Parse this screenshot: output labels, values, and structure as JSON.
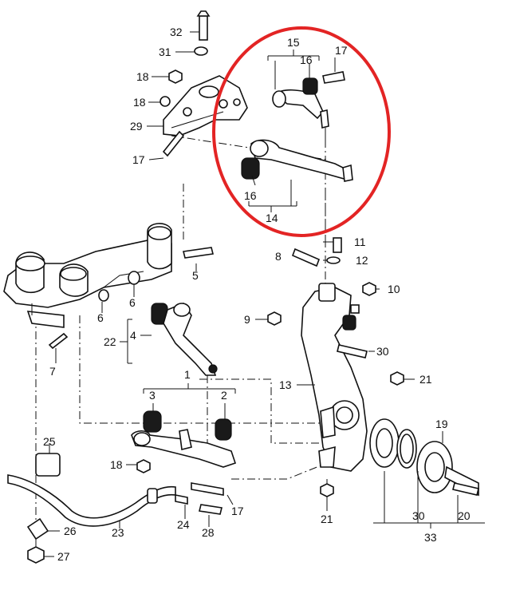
{
  "highlight": {
    "color": "#e32424"
  },
  "callouts": {
    "n1": "1",
    "n2": "2",
    "n3": "3",
    "n4": "4",
    "n5": "5",
    "n6a": "6",
    "n6b": "6",
    "n7": "7",
    "n8": "8",
    "n9": "9",
    "n10": "10",
    "n11": "11",
    "n12": "12",
    "n13": "13",
    "n14": "14",
    "n15": "15",
    "n16a": "16",
    "n16b": "16",
    "n17a": "17",
    "n17b": "17",
    "n17c": "17",
    "n18a": "18",
    "n18b": "18",
    "n18c": "18",
    "n19": "19",
    "n20": "20",
    "n21a": "21",
    "n21b": "21",
    "n22": "22",
    "n23": "23",
    "n24": "24",
    "n25": "25",
    "n26": "26",
    "n27": "27",
    "n28": "28",
    "n29": "29",
    "n30a": "30",
    "n30b": "30",
    "n31": "31",
    "n32": "32",
    "n33": "33"
  }
}
